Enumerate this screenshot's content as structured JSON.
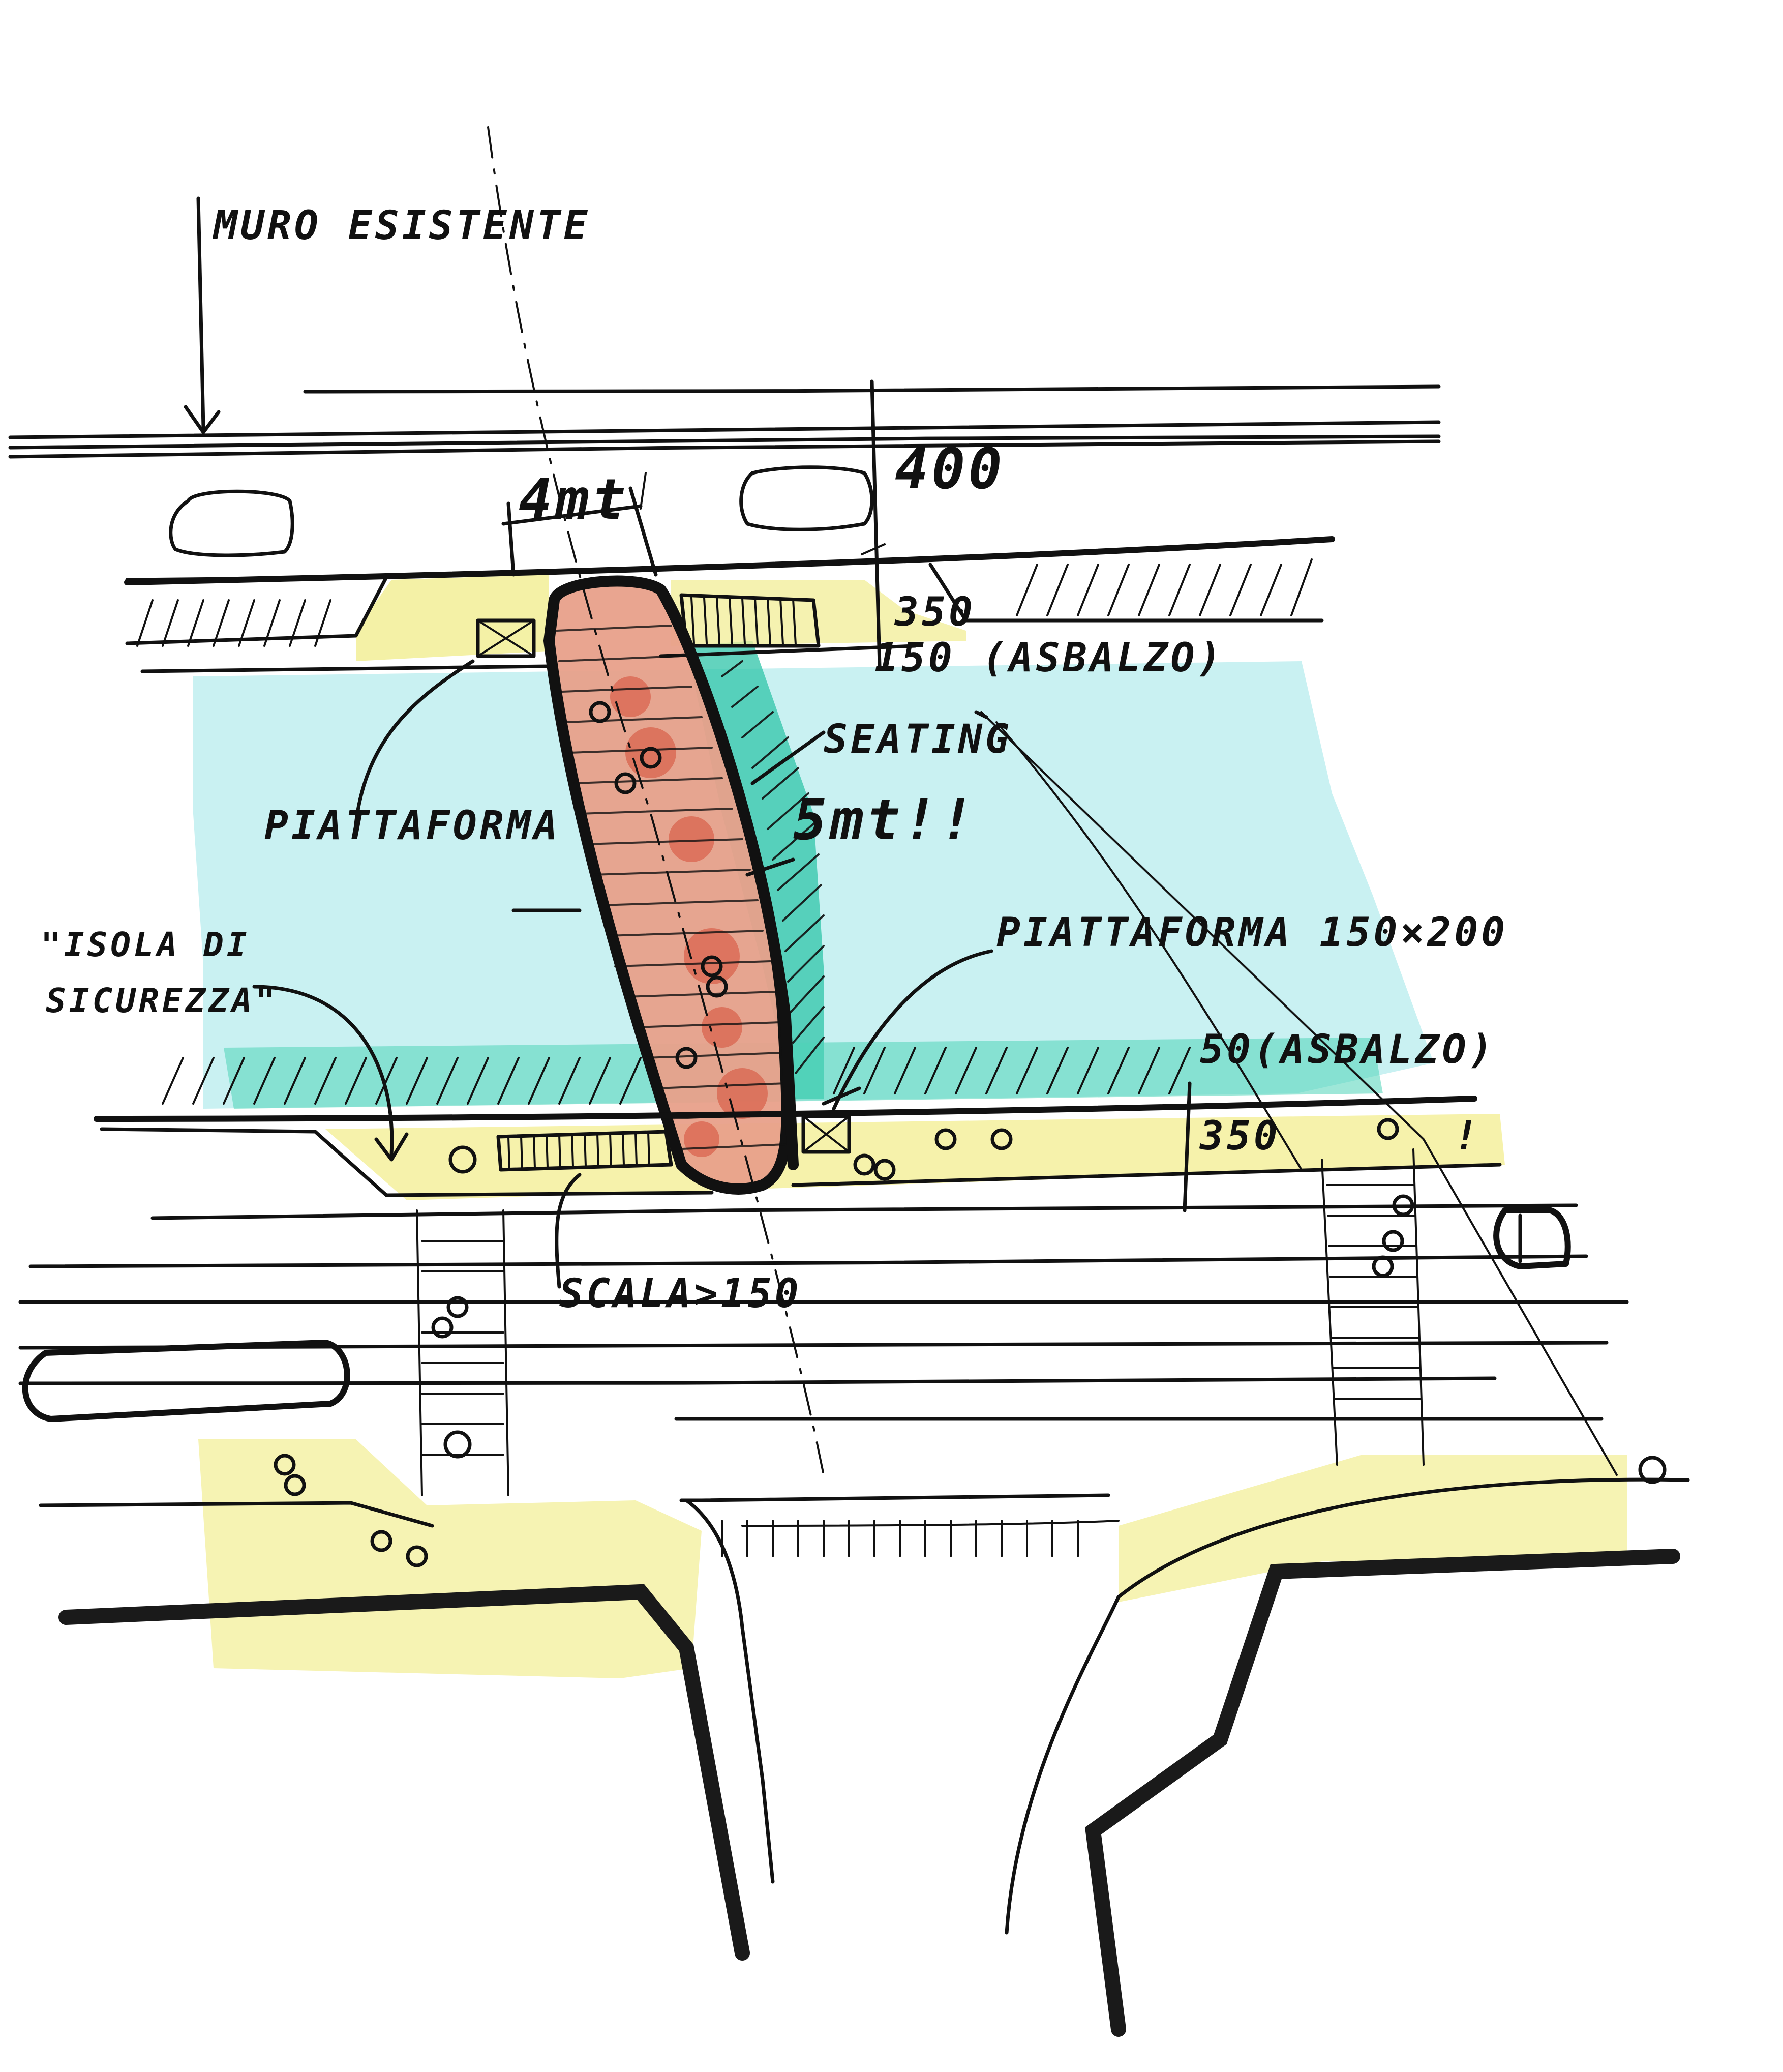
{
  "colors": {
    "paper": "#ffffff",
    "ink": "#111111",
    "water_cyan": "#bfeef0",
    "water_teal_shadow": "#2fc4a8",
    "deck_salmon": "#e8a08a",
    "deck_red_spots": "#d9604a",
    "pavement_yellow": "#f3ef9c"
  },
  "labels": {
    "muro_esistente": "MURO ESISTENTE",
    "width_4mt": "4mt",
    "dim_400": "400",
    "dim_350_top": "350",
    "dim_150_asbalzo": "150 (ASBALZO)",
    "seating": "SEATING",
    "five_mt": "5mt!!",
    "piattaforma_left": "PIATTAFORMA",
    "piattaforma_right": "PIATTAFORMA 150×200",
    "isola_di_sicurezza_1": "\"ISOLA DI",
    "isola_di_sicurezza_2": "SICUREZZA\"",
    "dim_50_asbalzo": "50(ASBALZO)",
    "dim_350_bottom": "350",
    "scala_150": "SCALA>150",
    "exclaim": "!"
  },
  "icons": {
    "tree_icon": "circle-with-dot",
    "car_icon": "rounded-rectangle",
    "stair_icon": "hatched-rectangle",
    "platform_icon": "crossed-square"
  }
}
